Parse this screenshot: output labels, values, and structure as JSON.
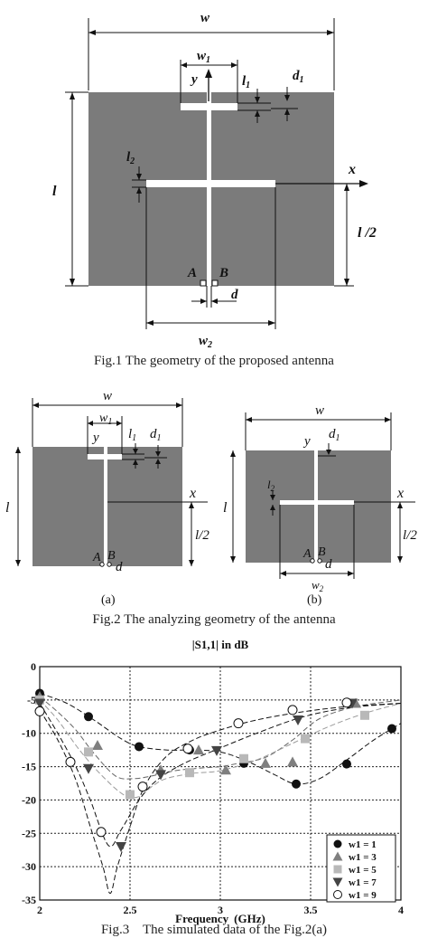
{
  "fig1": {
    "caption": "Fig.1 The geometry of the proposed antenna",
    "labels": {
      "w": "w",
      "w1_main": "w",
      "w1_sub": "1",
      "y": "y",
      "l1_main": "l",
      "l1_sub": "1",
      "d1_main": "d",
      "d1_sub": "1",
      "l2_main": "l",
      "l2_sub": "2",
      "x": "x",
      "l": "l",
      "l_half": "l /2",
      "A": "A",
      "B": "B",
      "d": "d",
      "w2_main": "w",
      "w2_sub": "2"
    }
  },
  "fig2": {
    "caption": "Fig.2 The analyzing geometry of the antenna",
    "sub_a": "(a)",
    "sub_b": "(b)",
    "a": {
      "w": "w",
      "w1_main": "w",
      "w1_sub": "1",
      "y": "y",
      "l1_main": "l",
      "l1_sub": "1",
      "d1_main": "d",
      "d1_sub": "1",
      "x": "x",
      "l": "l",
      "l_half": "l/2",
      "A": "A",
      "B": "B",
      "d": "d"
    },
    "b": {
      "w": "w",
      "y": "y",
      "d1_main": "d",
      "d1_sub": "1",
      "l2_main": "l",
      "l2_sub": "2",
      "x": "x",
      "l": "l",
      "l_half": "l/2",
      "A": "A",
      "B": "B",
      "d": "d",
      "w2_main": "w",
      "w2_sub": "2"
    }
  },
  "fig3": {
    "caption": "Fig.3    The simulated data of the Fig.2(a)",
    "colors": {
      "w1 = 1": "#111111",
      "w1 = 3": "#7f7f7f",
      "w1 = 5": "#b8b8b8",
      "w1 = 7": "#444444",
      "w1 = 9": "#ffffff"
    }
  },
  "chart_data": {
    "type": "line",
    "title": "|S1,1| in dB",
    "xlabel": "Frequency",
    "xlabel_unit": "(GHz)",
    "ylabel": "",
    "xlim": [
      2,
      4
    ],
    "ylim": [
      -35,
      0
    ],
    "xticks": [
      2,
      2.5,
      3,
      3.5,
      4
    ],
    "xtick_labels": [
      "2",
      "2.5",
      "3",
      "3.5",
      "4"
    ],
    "yticks": [
      0,
      -5,
      -10,
      -15,
      -20,
      -25,
      -30,
      -35
    ],
    "ytick_labels": [
      "0",
      "-5",
      "-10",
      "-15",
      "-20",
      "-25",
      "-30",
      "-35"
    ],
    "grid": true,
    "legend_position": "bottom-right",
    "series": [
      {
        "name": "w1 = 1",
        "marker": "circle-filled",
        "line": [
          [
            2,
            -4
          ],
          [
            2.15,
            -5.5
          ],
          [
            2.3,
            -8
          ],
          [
            2.45,
            -10.8
          ],
          [
            2.55,
            -12
          ],
          [
            2.7,
            -12.5
          ],
          [
            2.85,
            -12.5
          ],
          [
            3,
            -12.8
          ],
          [
            3.15,
            -14.2
          ],
          [
            3.3,
            -16.2
          ],
          [
            3.42,
            -17.6
          ],
          [
            3.55,
            -16.8
          ],
          [
            3.7,
            -14
          ],
          [
            3.85,
            -11
          ],
          [
            4,
            -8.5
          ]
        ],
        "markers": [
          [
            2,
            -4
          ],
          [
            2.27,
            -7.5
          ],
          [
            2.55,
            -12
          ],
          [
            2.83,
            -12.5
          ],
          [
            3.13,
            -14.5
          ],
          [
            3.42,
            -17.6
          ],
          [
            3.7,
            -14.6
          ],
          [
            3.95,
            -9.3
          ]
        ]
      },
      {
        "name": "w1 = 3",
        "marker": "triangle-up",
        "line": [
          [
            2,
            -4.5
          ],
          [
            2.1,
            -6.8
          ],
          [
            2.2,
            -9.5
          ],
          [
            2.3,
            -13
          ],
          [
            2.42,
            -16.4
          ],
          [
            2.52,
            -16.8
          ],
          [
            2.62,
            -16.4
          ],
          [
            2.75,
            -15.6
          ],
          [
            2.9,
            -15.2
          ],
          [
            3,
            -15
          ],
          [
            3.1,
            -14.5
          ],
          [
            3.25,
            -13.6
          ],
          [
            3.4,
            -11
          ],
          [
            3.55,
            -7.8
          ],
          [
            3.75,
            -6
          ],
          [
            4,
            -5
          ]
        ],
        "markers": [
          [
            2,
            -4.5
          ],
          [
            2.32,
            -11.8
          ],
          [
            2.67,
            -15.5
          ],
          [
            2.88,
            -12.5
          ],
          [
            3.03,
            -15.5
          ],
          [
            3.25,
            -14.5
          ],
          [
            3.4,
            -14.3
          ],
          [
            3.75,
            -5.5
          ]
        ]
      },
      {
        "name": "w1 = 5",
        "marker": "square",
        "line": [
          [
            2,
            -5
          ],
          [
            2.1,
            -8
          ],
          [
            2.22,
            -12.5
          ],
          [
            2.35,
            -16.5
          ],
          [
            2.47,
            -19.3
          ],
          [
            2.55,
            -19.5
          ],
          [
            2.62,
            -18
          ],
          [
            2.7,
            -16.8
          ],
          [
            2.85,
            -16
          ],
          [
            3,
            -15.6
          ],
          [
            3.2,
            -14
          ],
          [
            3.4,
            -11.5
          ],
          [
            3.6,
            -9
          ],
          [
            3.8,
            -7
          ],
          [
            4,
            -5.5
          ]
        ],
        "markers": [
          [
            2,
            -5
          ],
          [
            2.27,
            -12.8
          ],
          [
            2.5,
            -19.2
          ],
          [
            2.83,
            -15.9
          ],
          [
            3.13,
            -13.8
          ],
          [
            3.47,
            -10.8
          ],
          [
            3.8,
            -7.3
          ]
        ]
      },
      {
        "name": "w1 = 7",
        "marker": "triangle-down",
        "line": [
          [
            2,
            -5.5
          ],
          [
            2.1,
            -10
          ],
          [
            2.2,
            -15
          ],
          [
            2.28,
            -20
          ],
          [
            2.38,
            -26.8
          ],
          [
            2.45,
            -24.5
          ],
          [
            2.55,
            -20
          ],
          [
            2.65,
            -17
          ],
          [
            2.8,
            -14.5
          ],
          [
            3,
            -12.2
          ],
          [
            3.2,
            -10
          ],
          [
            3.45,
            -7.6
          ],
          [
            3.7,
            -6.2
          ],
          [
            4,
            -5.5
          ]
        ],
        "markers": [
          [
            2,
            -5.5
          ],
          [
            2.27,
            -15.3
          ],
          [
            2.45,
            -27
          ],
          [
            2.67,
            -16.2
          ],
          [
            2.98,
            -12.6
          ],
          [
            3.43,
            -8
          ],
          [
            3.73,
            -5.5
          ]
        ]
      },
      {
        "name": "w1 = 9",
        "marker": "circle-open",
        "line": [
          [
            2,
            -6.5
          ],
          [
            2.1,
            -11
          ],
          [
            2.2,
            -17
          ],
          [
            2.28,
            -24
          ],
          [
            2.35,
            -30
          ],
          [
            2.39,
            -34
          ],
          [
            2.43,
            -30
          ],
          [
            2.5,
            -24
          ],
          [
            2.58,
            -18
          ],
          [
            2.7,
            -13.5
          ],
          [
            2.85,
            -11
          ],
          [
            3,
            -9.5
          ],
          [
            3.2,
            -8
          ],
          [
            3.45,
            -6.8
          ],
          [
            3.7,
            -6
          ],
          [
            4,
            -5.5
          ]
        ],
        "markers": [
          [
            2,
            -6.7
          ],
          [
            2.17,
            -14.3
          ],
          [
            2.34,
            -24.8
          ],
          [
            2.57,
            -18
          ],
          [
            2.82,
            -12.3
          ],
          [
            3.1,
            -8.5
          ],
          [
            3.4,
            -6.5
          ],
          [
            3.7,
            -5.4
          ]
        ]
      }
    ]
  }
}
